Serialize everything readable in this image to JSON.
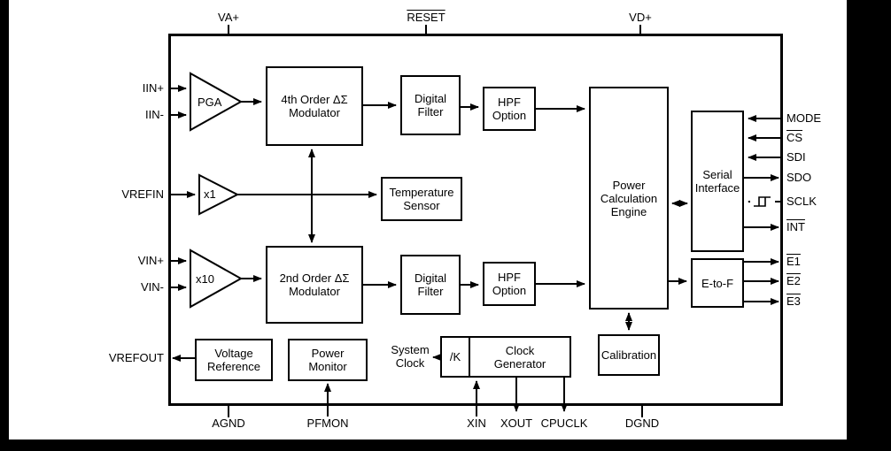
{
  "figure": {
    "type": "ic-block-diagram"
  },
  "colors": {
    "line": "#000000",
    "background": "#ffffff",
    "page_edge": "#000000"
  },
  "blocks": {
    "pga": {
      "label": "PGA"
    },
    "x1": {
      "label": "x1"
    },
    "x10": {
      "label": "x10"
    },
    "mod4": {
      "line1": "4th Order ΔΣ",
      "line2": "Modulator"
    },
    "digital_filter_top": {
      "line1": "Digital",
      "line2": "Filter"
    },
    "hpf_top": {
      "line1": "HPF",
      "line2": "Option"
    },
    "temp_sensor": {
      "line1": "Temperature",
      "line2": "Sensor"
    },
    "mod2": {
      "line1": "2nd Order ΔΣ",
      "line2": "Modulator"
    },
    "digital_filter_bottom": {
      "line1": "Digital",
      "line2": "Filter"
    },
    "hpf_bottom": {
      "line1": "HPF",
      "line2": "Option"
    },
    "power_calc": {
      "line1": "Power",
      "line2": "Calculation",
      "line3": "Engine"
    },
    "serial_interface": {
      "line1": "Serial",
      "line2": "Interface"
    },
    "e_to_f": {
      "label": "E-to-F"
    },
    "voltage_reference": {
      "line1": "Voltage",
      "line2": "Reference"
    },
    "power_monitor": {
      "line1": "Power",
      "line2": "Monitor"
    },
    "divider": {
      "label": "/K"
    },
    "clock_generator": {
      "line1": "Clock",
      "line2": "Generator"
    },
    "calibration": {
      "label": "Calibration"
    },
    "system_clock": {
      "line1": "System",
      "line2": "Clock"
    }
  },
  "pins": {
    "top": [
      {
        "label": "VA+"
      },
      {
        "label": "RESET"
      },
      {
        "label": "VD+"
      }
    ],
    "left": [
      {
        "label": "IIN+"
      },
      {
        "label": "IIN-"
      },
      {
        "label": "VREFIN"
      },
      {
        "label": "VIN+"
      },
      {
        "label": "VIN-"
      },
      {
        "label": "VREFOUT"
      }
    ],
    "bottom": [
      {
        "label": "AGND"
      },
      {
        "label": "PFMON"
      },
      {
        "label": "XIN"
      },
      {
        "label": "XOUT"
      },
      {
        "label": "CPUCLK"
      },
      {
        "label": "DGND"
      }
    ],
    "right": [
      {
        "label": "MODE"
      },
      {
        "label": "CS"
      },
      {
        "label": "SDI"
      },
      {
        "label": "SDO"
      },
      {
        "label": "SCLK"
      },
      {
        "label": "INT"
      },
      {
        "label": "E1"
      },
      {
        "label": "E2"
      },
      {
        "label": "E3"
      }
    ]
  }
}
